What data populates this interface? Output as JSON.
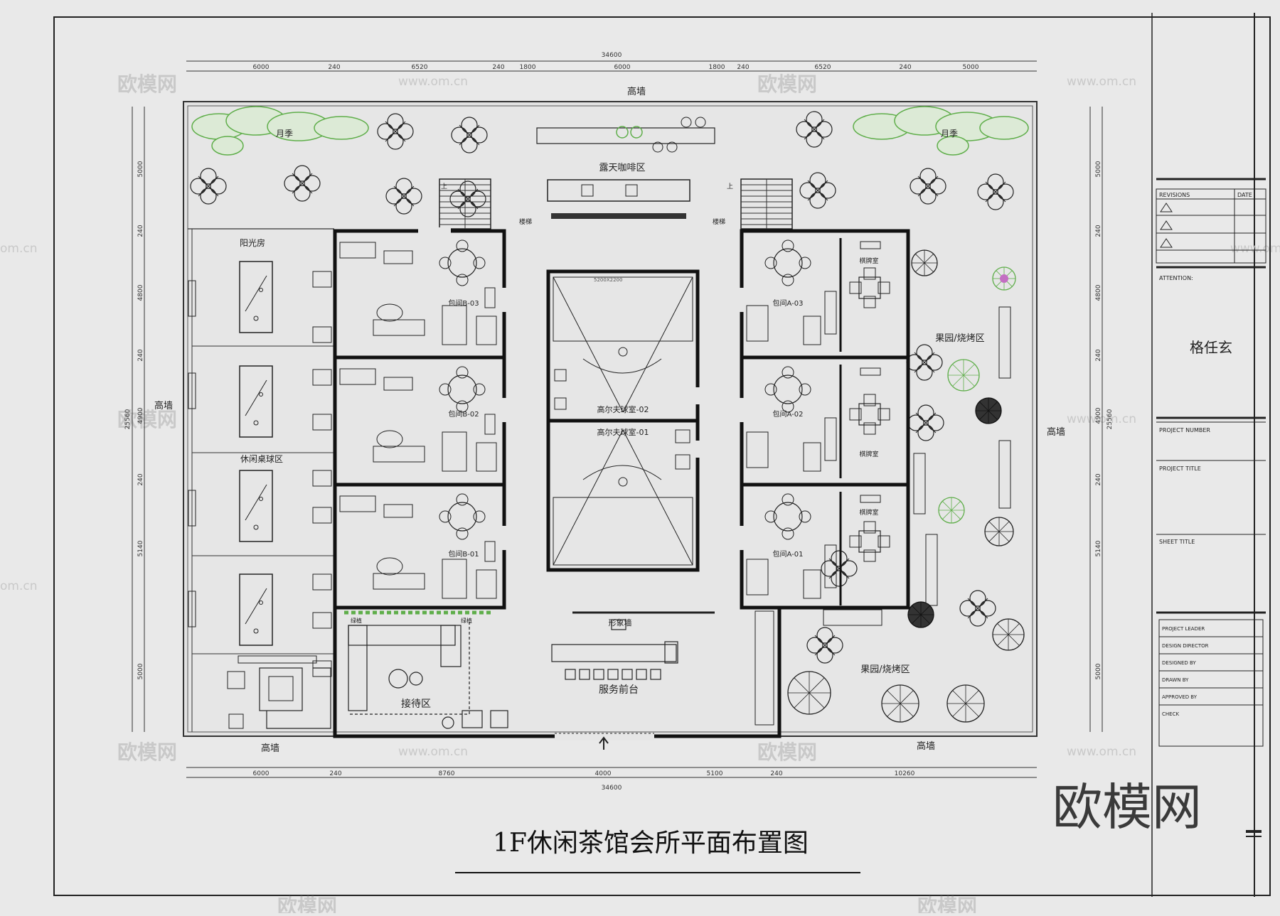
{
  "drawing": {
    "title": "1F休闲茶馆会所平面布置图",
    "logo": "欧模网",
    "watermark": "欧模网",
    "watermark_url": "www.om.cn",
    "watermark_url_edge": "om.cn"
  },
  "dimensions": {
    "top_total": "34600",
    "bottom_total": "34600",
    "top_segments": [
      "6000",
      "240",
      "6520",
      "240",
      "1800",
      "6000",
      "1800",
      "240",
      "6520",
      "240",
      "5000"
    ],
    "bottom_segments": [
      "6000",
      "240",
      "8760",
      "4000",
      "5100",
      "240",
      "10260"
    ],
    "left_total": "25560",
    "right_total": "25560",
    "left_segments": [
      "5000",
      "240",
      "4800",
      "240",
      "4900",
      "240",
      "5140",
      "5000"
    ],
    "right_segments": [
      "5000",
      "240",
      "4800",
      "240",
      "4900",
      "240",
      "5140",
      "5000"
    ]
  },
  "labels": {
    "wall_top": "高墙",
    "wall_left": "高墙",
    "wall_right": "高墙",
    "wall_bottom_left": "高墙",
    "wall_bottom_right": "高墙",
    "rose_left": "月季",
    "rose_right": "月季",
    "coffee": "露天咖啡区",
    "stair_up_left": "上",
    "stair_up_right": "上",
    "stair_seat_left": "楼梯",
    "stair_seat_right": "楼梯",
    "sunroom": "阳光房",
    "billiards": "休闲桌球区",
    "room_b03": "包间B-03",
    "room_b02": "包间B-02",
    "room_b01": "包间B-01",
    "room_a03": "包间A-03",
    "room_a02": "包间A-02",
    "room_a01": "包间A-01",
    "golf_02": "高尔夫球室-02",
    "golf_01": "高尔夫球室-01",
    "golf_spec": "5200X2200",
    "mahjong_1": "棋牌室",
    "mahjong_2": "棋牌室",
    "mahjong_3": "棋牌室",
    "orchard_top": "果园/烧烤区",
    "orchard_bottom": "果园/烧烤区",
    "image_wall": "形象墙",
    "front_desk": "服务前台",
    "reception": "接待区",
    "plant_1": "绿植",
    "plant_2": "绿植"
  },
  "title_block": {
    "revisions": "REVISIONS",
    "date": "DATE",
    "attention": "ATTENTION:",
    "designer_name": "格任玄",
    "project_number": "PROJECT NUMBER",
    "project_title": "PROJECT TITLE",
    "sheet_title": "SHEET TITLE",
    "rows": [
      "PROJECT LEADER",
      "DESIGN DIRECTOR",
      "DESIGNED BY",
      "DRAWN BY",
      "APPROVED BY",
      "CHECK"
    ]
  },
  "colors": {
    "paper": "#e9e9e9",
    "line": "#222222",
    "wall": "#111111",
    "plant_green": "#5fae4a",
    "flower_pink": "#c36fc2"
  }
}
